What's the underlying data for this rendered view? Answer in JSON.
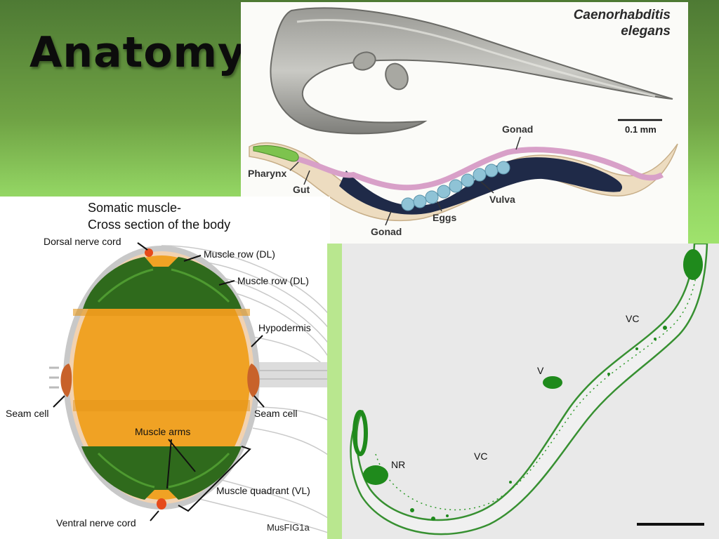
{
  "slide": {
    "title": "Anatomy"
  },
  "worm_panel": {
    "species_line1": "Caenorhabditis",
    "species_line2": "elegans",
    "scale_label": "0.1 mm",
    "labels": {
      "gonad_top": "Gonad",
      "pharynx": "Pharynx",
      "gut": "Gut",
      "vulva": "Vulva",
      "eggs": "Eggs",
      "gonad_bottom": "Gonad"
    }
  },
  "muscle_panel": {
    "heading_line1": "Somatic muscle-",
    "heading_line2": "Cross section of the body",
    "labels": {
      "dorsal_nerve_cord": "Dorsal nerve cord",
      "muscle_row_1": "Muscle row (DL)",
      "muscle_row_2": "Muscle row (DL)",
      "hypodermis": "Hypodermis",
      "seam_cell_left": "Seam cell",
      "seam_cell_right": "Seam cell",
      "muscle_arms": "Muscle arms",
      "muscle_quadrant": "Muscle quadrant (VL)",
      "ventral_nerve_cord": "Ventral nerve cord",
      "figure_id": "MusFIG1a"
    }
  },
  "fluorescence_panel": {
    "labels": {
      "vc_top": "VC",
      "v": "V",
      "vc_bottom": "VC",
      "nr": "NR"
    }
  }
}
